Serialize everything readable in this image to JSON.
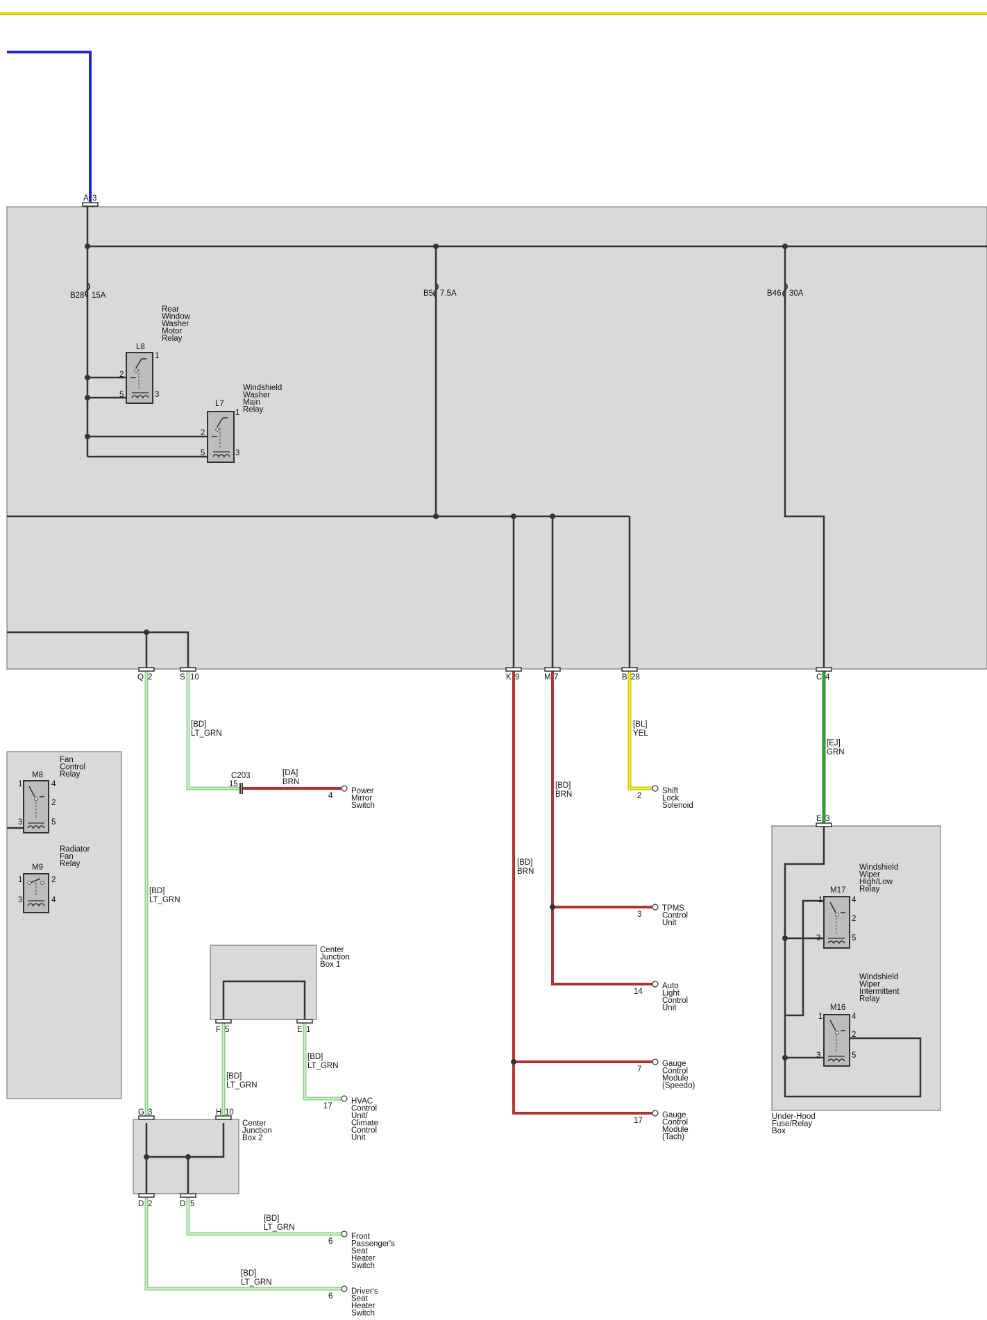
{
  "colors": {
    "header_rule": "#e8e000",
    "blue": "#1f2ad6",
    "black": "#333333",
    "lt_green": "#8fd18f",
    "lt_green_core": "#e8f6e8",
    "brown": "#b03434",
    "yellow": "#ece000",
    "green": "#2e9e2e",
    "panel": "#d9d9d9"
  },
  "connectors": {
    "a": {
      "letter": "A",
      "num": "3"
    },
    "q": {
      "letter": "Q",
      "num": "2"
    },
    "s": {
      "letter": "S",
      "num": "10"
    },
    "k": {
      "letter": "K",
      "num": "9"
    },
    "m": {
      "letter": "M",
      "num": "7"
    },
    "b": {
      "letter": "B",
      "num": "28"
    },
    "c": {
      "letter": "C",
      "num": "4"
    },
    "e": {
      "letter": "E",
      "num": "3"
    },
    "f5": {
      "letter": "F",
      "num": "5"
    },
    "e1": {
      "letter": "E",
      "num": "1"
    },
    "g": {
      "letter": "G",
      "num": "3"
    },
    "h": {
      "letter": "H",
      "num": "10"
    },
    "d2": {
      "letter": "D",
      "num": "2"
    },
    "d5": {
      "letter": "D",
      "num": "5"
    }
  },
  "fuses": {
    "b28": {
      "id": "B28",
      "rating": "15A"
    },
    "b5": {
      "id": "B5",
      "rating": "7.5A"
    },
    "b46": {
      "id": "B46",
      "rating": "30A"
    }
  },
  "relays": {
    "l8": {
      "id": "L8",
      "name": [
        "Rear",
        "Window",
        "Washer",
        "Motor",
        "Relay"
      ],
      "pins": [
        "1",
        "2",
        "5",
        "3"
      ]
    },
    "l7": {
      "id": "L7",
      "name": [
        "Windshield",
        "Washer",
        "Main",
        "Relay"
      ],
      "pins": [
        "1",
        "2",
        "5",
        "3"
      ]
    },
    "m8": {
      "id": "M8",
      "name": [
        "Fan",
        "Control",
        "Relay"
      ],
      "pins": [
        "1",
        "4",
        "2",
        "3",
        "5"
      ]
    },
    "m9": {
      "id": "M9",
      "name": [
        "Radiator",
        "Fan",
        "Relay"
      ],
      "pins": [
        "1",
        "2",
        "3",
        "4"
      ]
    },
    "m17": {
      "id": "M17",
      "name": [
        "Windshield",
        "Wiper",
        "High/Low",
        "Relay"
      ],
      "pins": [
        "1",
        "4",
        "2",
        "3",
        "5"
      ]
    },
    "m16": {
      "id": "M16",
      "name": [
        "Windshield",
        "Wiper",
        "Intermittent",
        "Relay"
      ],
      "pins": [
        "1",
        "4",
        "2",
        "3",
        "5"
      ]
    }
  },
  "wires": {
    "s10": {
      "code": "[BD]",
      "color": "LT_GRN"
    },
    "c203_out": {
      "code": "[DA]",
      "color": "BRN"
    },
    "b28": {
      "code": "[BL]",
      "color": "YEL"
    },
    "c4": {
      "code": "[EJ]",
      "color": "GRN"
    },
    "m7": {
      "code": "[BD]",
      "color": "BRN"
    },
    "k9": {
      "code": "[BD]",
      "color": "BRN"
    },
    "q2": {
      "code": "[BD]",
      "color": "LT_GRN"
    },
    "f5": {
      "code": "[BD]",
      "color": "LT_GRN"
    },
    "e1": {
      "code": "[BD]",
      "color": "LT_GRN"
    },
    "d5": {
      "code": "[BD]",
      "color": "LT_GRN"
    },
    "d2": {
      "code": "[BD]",
      "color": "LT_GRN"
    }
  },
  "splice": {
    "id": "C203",
    "pin": "15"
  },
  "components": {
    "power_mirror": {
      "pin": "4",
      "name": [
        "Power",
        "Mirror",
        "Switch"
      ]
    },
    "shift_lock": {
      "pin": "2",
      "name": [
        "Shift",
        "Lock",
        "Solenoid"
      ]
    },
    "tpms": {
      "pin": "3",
      "name": [
        "TPMS",
        "Control",
        "Unit"
      ]
    },
    "auto_light": {
      "pin": "14",
      "name": [
        "Auto",
        "Light",
        "Control",
        "Unit"
      ]
    },
    "gauge_speedo": {
      "pin": "7",
      "name": [
        "Gauge",
        "Control",
        "Module",
        "(Speedo)"
      ]
    },
    "gauge_tach": {
      "pin": "17",
      "name": [
        "Gauge",
        "Control",
        "Module",
        "(Tach)"
      ]
    },
    "hvac": {
      "pin": "17",
      "name": [
        "HVAC",
        "Control",
        "Unit/",
        "Climate",
        "Control",
        "Unit"
      ]
    },
    "front_seat": {
      "pin": "6",
      "name": [
        "Front",
        "Passenger's",
        "Seat",
        "Heater",
        "Switch"
      ]
    },
    "driver_seat": {
      "pin": "6",
      "name": [
        "Driver's",
        "Seat",
        "Heater",
        "Switch"
      ]
    }
  },
  "boxes": {
    "cjb1": [
      "Center",
      "Junction",
      "Box 1"
    ],
    "cjb2": [
      "Center",
      "Junction",
      "Box 2"
    ],
    "underhood": [
      "Under-Hood",
      "Fuse/Relay",
      "Box"
    ]
  }
}
